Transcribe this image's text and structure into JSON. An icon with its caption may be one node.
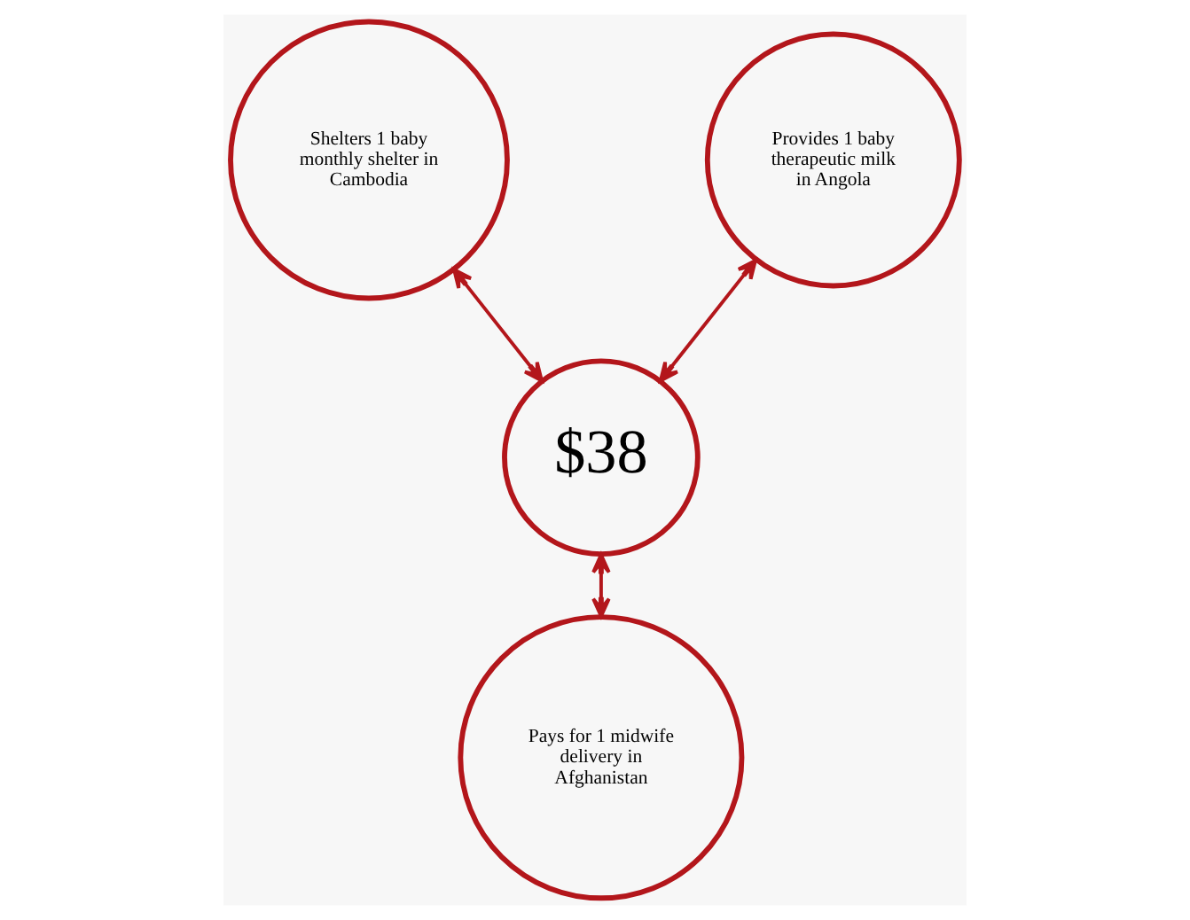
{
  "diagram": {
    "nodes": [
      {
        "text": [
          "Shelters 1 baby monthly shelter in Cambodia"
        ]
      },
      {
        "text": [
          "Provides 1 baby therapeutic milk in Angola"
        ]
      },
      {
        "text": [
          "$38"
        ]
      },
      {
        "text": [
          "Pays for 1 midwife delivery in Afghanistan"
        ]
      }
    ],
    "edges": [
      {
        "from": 0,
        "to": 2,
        "arrow": "both"
      },
      {
        "from": 1,
        "to": 2,
        "arrow": "both"
      },
      {
        "from": 2,
        "to": 3,
        "arrow": "both"
      }
    ]
  }
}
